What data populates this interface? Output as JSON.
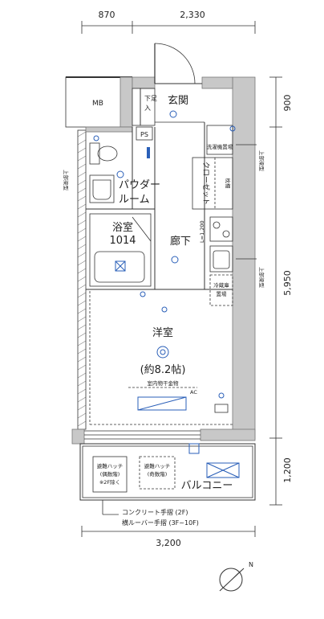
{
  "dimensions": {
    "top_left": "870",
    "top_right": "2,330",
    "right_top": "900",
    "right_middle": "5,950",
    "right_bottom": "1,200",
    "bottom": "3,200"
  },
  "rooms": {
    "mb": "MB",
    "genkan": "玄関",
    "geta_label_1": "下足",
    "geta_label_2": "入",
    "ps": "PS",
    "washer": "洗濯機置場",
    "closet": "クローゼット",
    "pipe": "枕棚",
    "powder_room_1": "パウダー",
    "powder_room_2": "ルーム",
    "bath": "浴室",
    "bath_size": "1014",
    "hallway": "廊下",
    "l_mark": "L=1,200",
    "fridge_1": "冷蔵庫",
    "fridge_2": "置場",
    "western_room": "洋室",
    "western_size": "(約8.2帖)",
    "indoor_drying": "室内物干金物",
    "ac": "AC",
    "balcony": "バルコニー",
    "hatch_left_1": "避難ハッチ",
    "hatch_left_2": "(偶数階)",
    "hatch_left_3": "※2F除く",
    "hatch_right_1": "避難ハッチ",
    "hatch_right_2": "(奇数階)",
    "ceiling_left": "上部梁型",
    "ceiling_right_1": "上部梁型",
    "ceiling_right_2": "上部梁型"
  },
  "notes": {
    "railing_1": "コンクリート手摺 (2F)",
    "railing_2": "横ルーバー手摺 (3F~10F)"
  },
  "icons": {
    "compass": "north-arrow-icon"
  },
  "colors": {
    "wall": "#c8c8c8",
    "electrical": "#2a5fb8",
    "line": "#333333"
  }
}
